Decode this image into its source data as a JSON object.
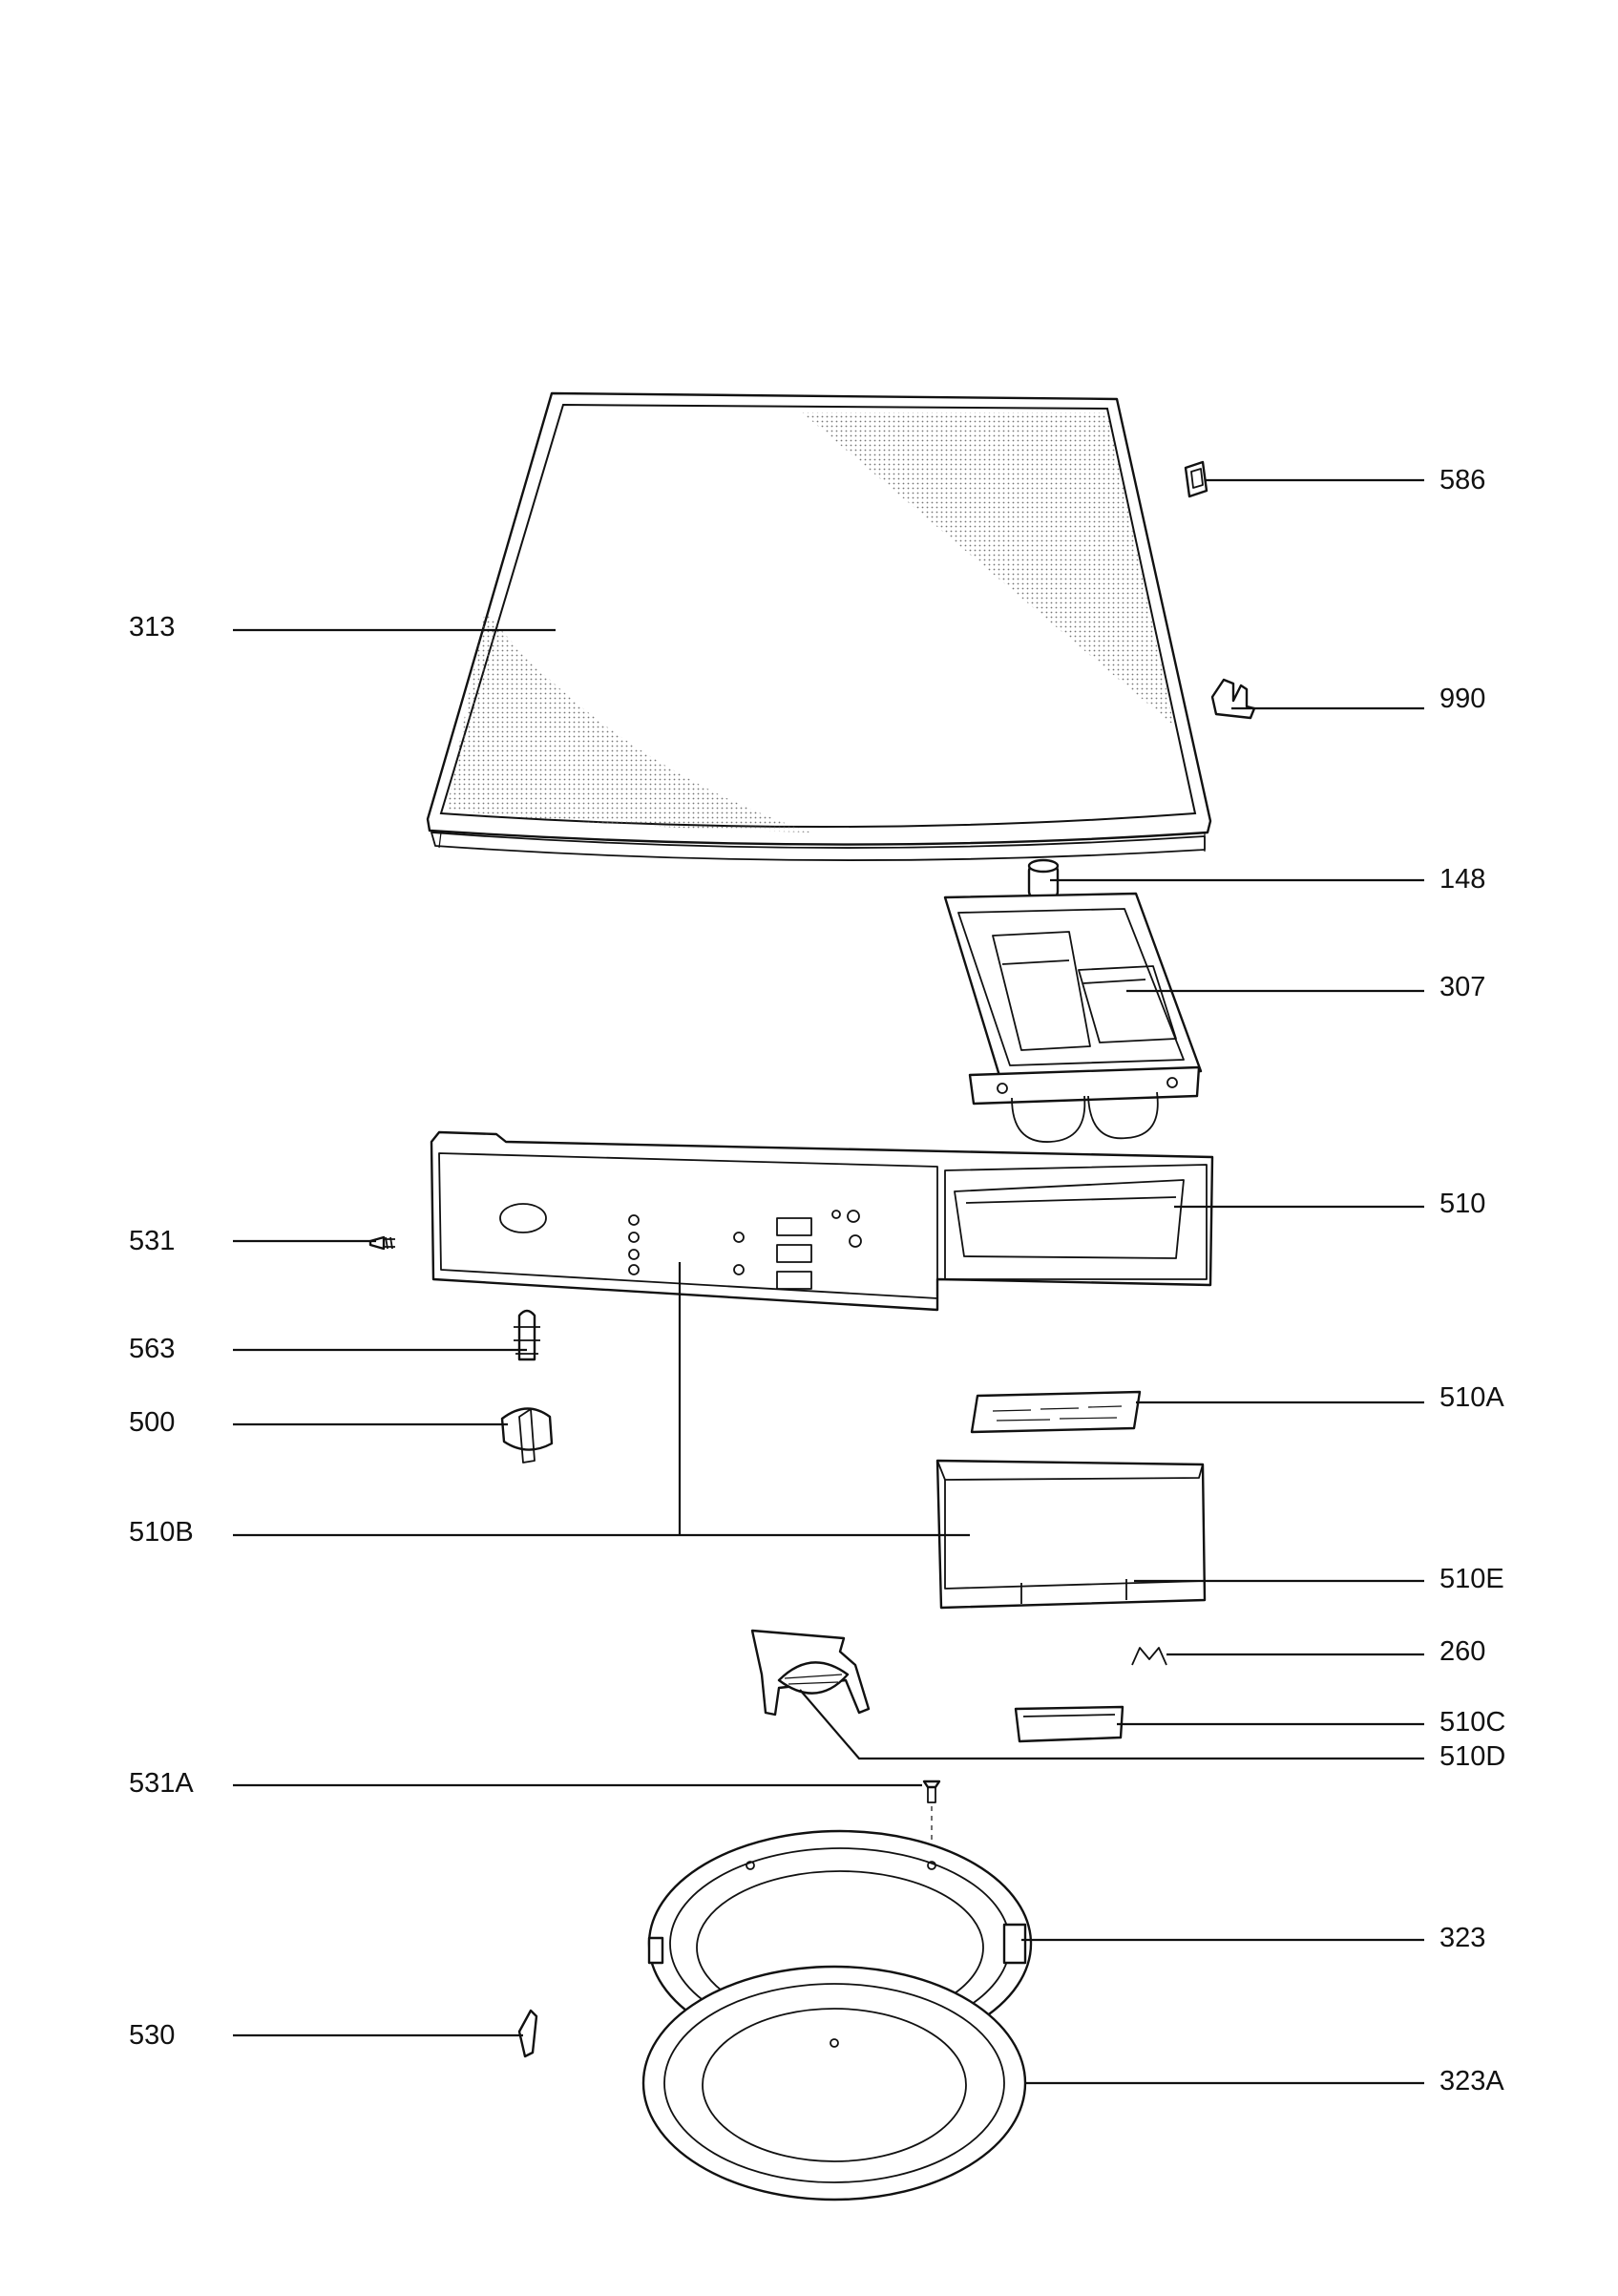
{
  "labels": {
    "l586": "586",
    "l313": "313",
    "l990": "990",
    "l148": "148",
    "l307": "307",
    "l510": "510",
    "l531": "531",
    "l563": "563",
    "l510A": "510A",
    "l500": "500",
    "l510B": "510B",
    "l510E": "510E",
    "l260": "260",
    "l510C": "510C",
    "l510D": "510D",
    "l531A": "531A",
    "l323": "323",
    "l530": "530",
    "l323A": "323A"
  }
}
